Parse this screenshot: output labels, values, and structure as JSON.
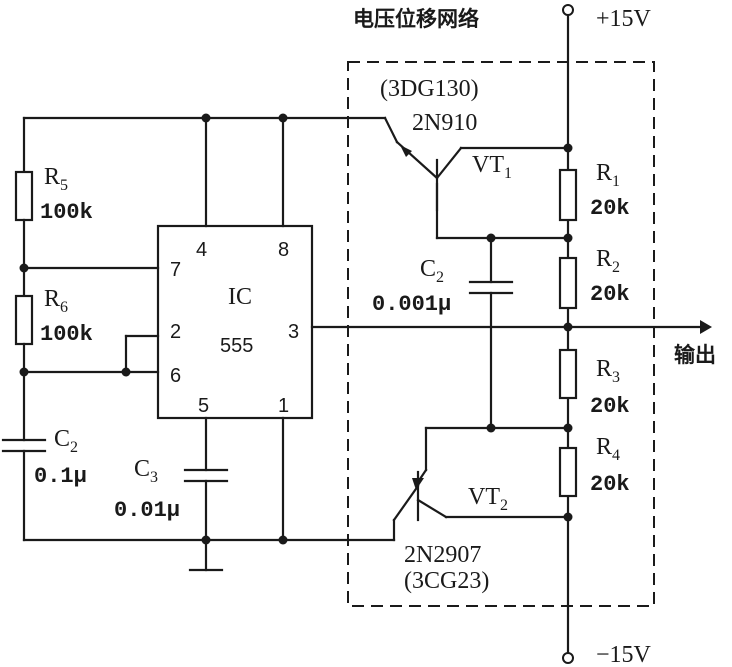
{
  "title": "电压位移网络",
  "supply_pos": "+15V",
  "supply_neg": "−15V",
  "output_label": "输出",
  "ic": {
    "name": "IC",
    "part": "555",
    "pins": {
      "p4": "4",
      "p8": "8",
      "p7": "7",
      "p2": "2",
      "p6": "6",
      "p3": "3",
      "p5": "5",
      "p1": "1"
    }
  },
  "r5": {
    "ref": "R",
    "sub": "5",
    "value": "100k"
  },
  "r6": {
    "ref": "R",
    "sub": "6",
    "value": "100k"
  },
  "c2_left": {
    "ref": "C",
    "sub": "2",
    "value": "0.1μ"
  },
  "c3": {
    "ref": "C",
    "sub": "3",
    "value": "0.01μ"
  },
  "c2_right": {
    "ref": "C",
    "sub": "2",
    "value": "0.001μ"
  },
  "r1": {
    "ref": "R",
    "sub": "1",
    "value": "20k"
  },
  "r2": {
    "ref": "R",
    "sub": "2",
    "value": "20k"
  },
  "r3": {
    "ref": "R",
    "sub": "3",
    "value": "20k"
  },
  "r4": {
    "ref": "R",
    "sub": "4",
    "value": "20k"
  },
  "vt1": {
    "ref": "VT",
    "sub": "1",
    "part_alt": "(3DG130)",
    "part": "2N910"
  },
  "vt2": {
    "ref": "VT",
    "sub": "2",
    "part": "2N2907",
    "part_alt": "(3CG23)"
  }
}
